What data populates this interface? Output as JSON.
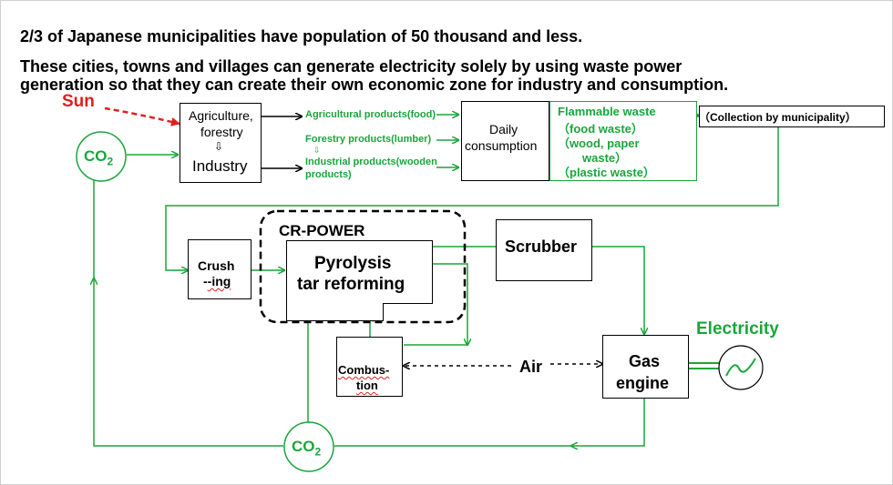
{
  "headings": {
    "line1": "2/3 of Japanese municipalities have population of 50 thousand and less.",
    "line2": "These cities, towns and villages can generate electricity solely by using waste power",
    "line3": "generation so that they can create their own economic zone for industry and consumption."
  },
  "labels": {
    "sun": "Sun",
    "co2_top": "CO",
    "co2_top_sub": "2",
    "co2_bottom": "CO",
    "co2_bottom_sub": "2",
    "agri_line1": "Agriculture,",
    "agri_line2": "forestry",
    "agri_arrow": "⇩",
    "agri_line3": "Industry",
    "prod_agri": "Agricultural products(food)",
    "prod_forest": "Forestry products(lumber)",
    "prod_small_arrow": "⇩",
    "prod_ind_line1": "Industrial products(wooden",
    "prod_ind_line2": "products)",
    "daily_line1": "Daily",
    "daily_line2": "consumption",
    "waste_title": "Flammable waste",
    "waste_food": "（food waste）",
    "waste_wood1": "（wood, paper",
    "waste_wood2": "waste）",
    "waste_plastic": "（plastic waste）",
    "collection": "（Collection by municipality）",
    "crush_line1": "Crush",
    "crush_line2": "-ing",
    "crpower": "CR-POWER",
    "pyro_line1": "Pyrolysis",
    "pyro_line2": "tar reforming",
    "scrubber": "Scrubber",
    "combus_line1": "Combus-",
    "combus_line2": "tion",
    "air": "Air",
    "gas_line1": "Gas",
    "gas_line2": "engine",
    "electricity": "Electricity"
  },
  "colors": {
    "green": "#1aa63c",
    "red": "#e02020",
    "black": "#000000"
  }
}
